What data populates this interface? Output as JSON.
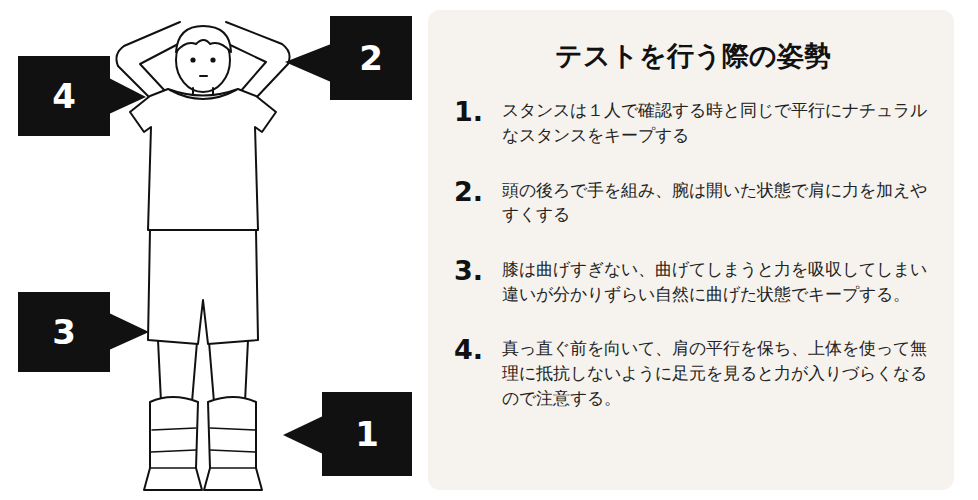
{
  "diagram": {
    "title": "テストを行う際の姿勢",
    "nodes": [
      {
        "text": [
          "2"
        ]
      },
      {
        "text": [
          "4"
        ]
      },
      {
        "text": [
          "3"
        ]
      },
      {
        "text": [
          "1"
        ]
      },
      {
        "text": [
          "1.",
          "スタンスは１人で確認する時と同じで平行にナチュラルなスタンスをキープする",
          "2.",
          "頭の後ろで手を組み、腕は開いた状態で肩に力を加えやすくする",
          "3.",
          "膝は曲げすぎない、曲げてしまうと力を吸収してしまい違いが分かりずらい自然に曲げた状態でキープする。",
          "4.",
          "真っ直ぐ前を向いて、肩の平行を保ち、上体を使って無理に抵抗しないように足元を見ると力が入りづらくなるので注意する。"
        ]
      }
    ]
  }
}
